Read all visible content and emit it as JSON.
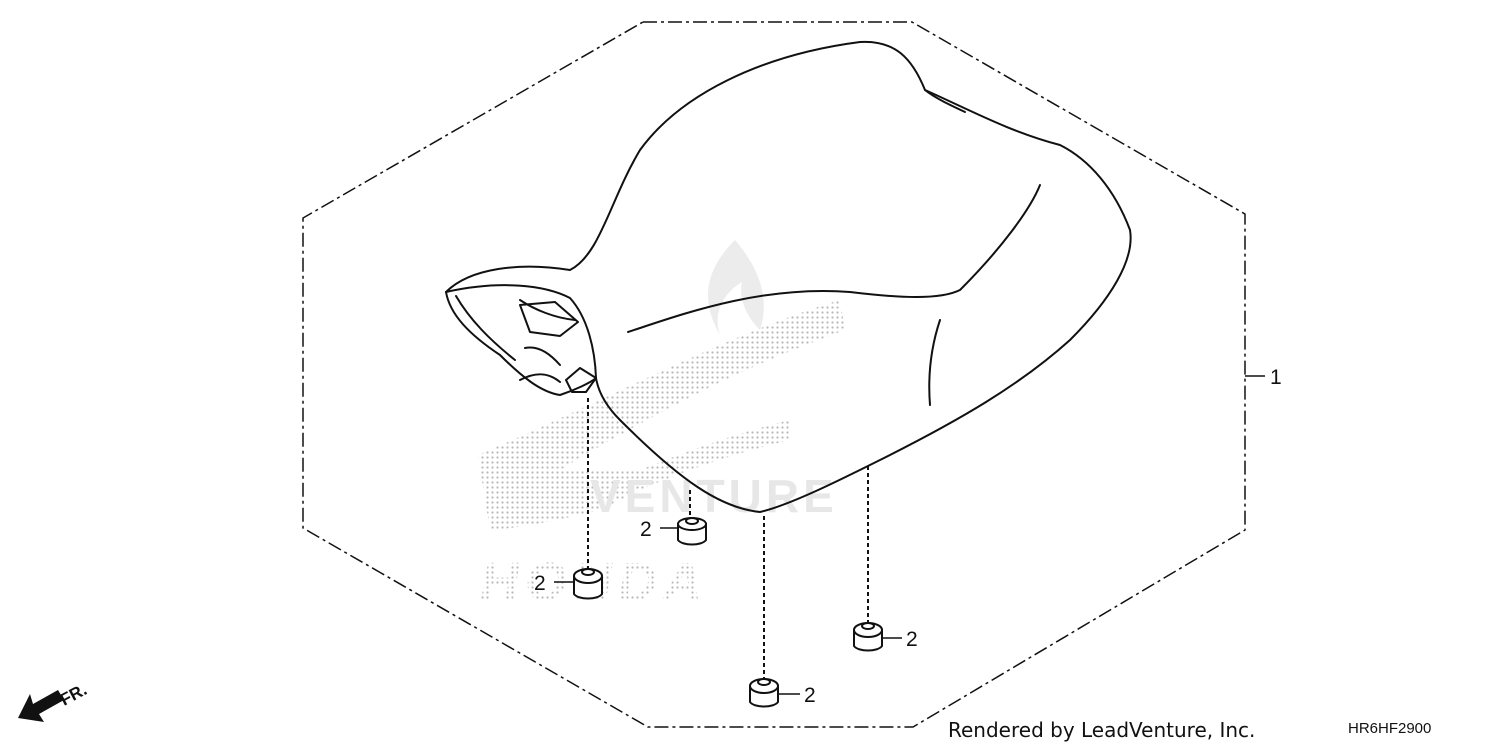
{
  "diagram": {
    "callouts": {
      "seat": "1",
      "rubber_1": "2",
      "rubber_2": "2",
      "rubber_3": "2",
      "rubber_4": "2"
    },
    "direction": "FR.",
    "credit": "Rendered by LeadVenture, Inc.",
    "diagram_code": "HR6HF2900",
    "watermark": {
      "venture_text": "VENTURE",
      "brand_text": "HONDA"
    }
  }
}
